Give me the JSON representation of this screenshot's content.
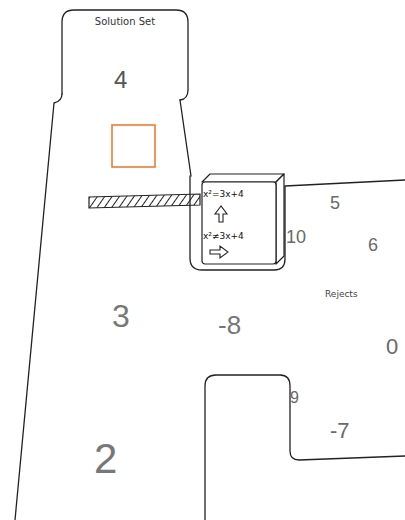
{
  "diagram": {
    "nodes": [
      {
        "text": [
          "Solution Set",
          "4"
        ]
      },
      {
        "text": [
          "x²=3x+4",
          "x²≠3x+4"
        ]
      },
      {
        "text": [
          "Rejects",
          "5",
          "10",
          "6",
          "0",
          "9",
          "-7"
        ]
      }
    ],
    "labels": [
      "3",
      "-8",
      "2"
    ]
  }
}
